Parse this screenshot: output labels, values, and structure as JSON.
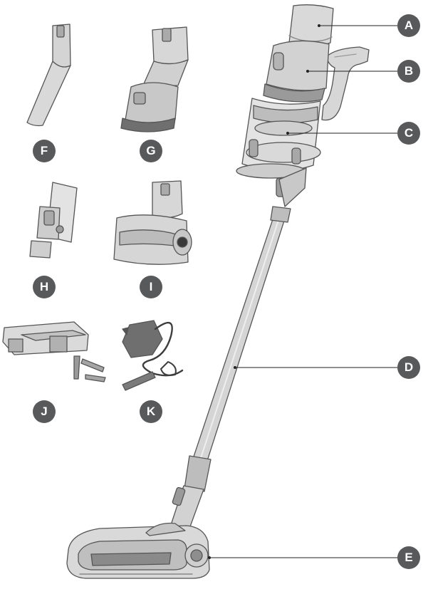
{
  "diagram": {
    "labels": {
      "A": "A",
      "B": "B",
      "C": "C",
      "D": "D",
      "E": "E",
      "F": "F",
      "G": "G",
      "H": "H",
      "I": "I",
      "J": "J",
      "K": "K"
    },
    "colors": {
      "badge": "#58595b",
      "part_fill": "#d7d7d7",
      "part_dark": "#8e8e8e",
      "outline": "#555555",
      "leader_line": "#222222"
    }
  }
}
